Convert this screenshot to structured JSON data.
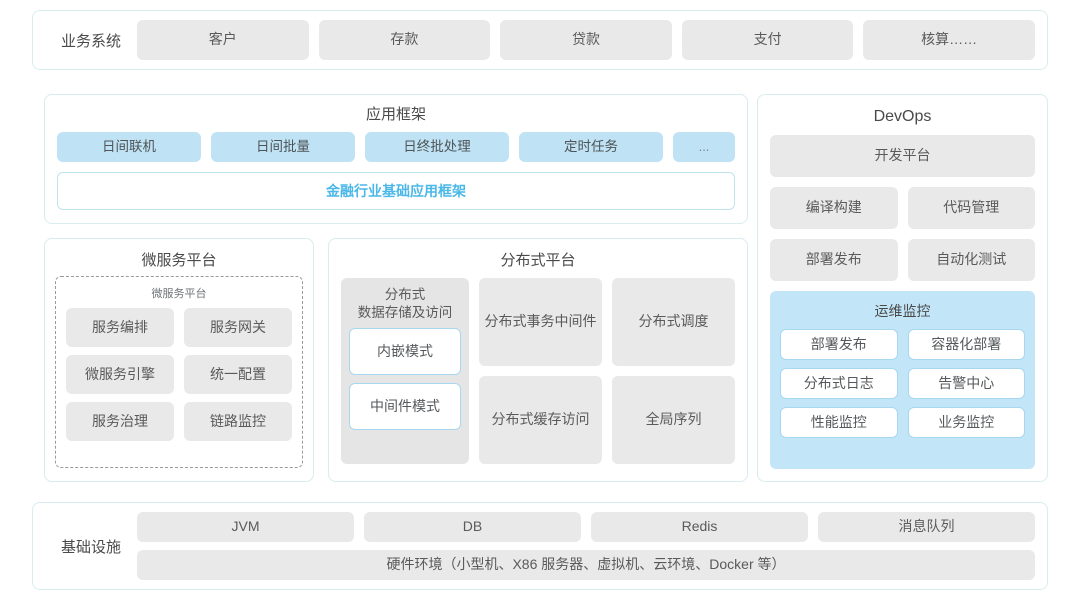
{
  "business": {
    "label": "业务系统",
    "items": [
      "客户",
      "存款",
      "贷款",
      "支付",
      "核算……"
    ]
  },
  "app_framework": {
    "title": "应用框架",
    "chips": [
      "日间联机",
      "日间批量",
      "日终批处理",
      "定时任务",
      "..."
    ],
    "banner": "金融行业基础应用框架",
    "banner_color": "#4bb8e8"
  },
  "microservice": {
    "title": "微服务平台",
    "inner_title": "微服务平台",
    "items": [
      "服务编排",
      "服务网关",
      "微服务引擎",
      "统一配置",
      "服务治理",
      "链路监控"
    ]
  },
  "distributed": {
    "title": "分布式平台",
    "storage": {
      "head": "分布式\n数据存储及访问",
      "head_line1": "分布式",
      "head_line2": "数据存储及访问",
      "modes": [
        "内嵌模式",
        "中间件模式"
      ]
    },
    "col_b": [
      {
        "line1": "分布式",
        "line2": "事务中间件"
      },
      {
        "line1": "分布式",
        "line2": "缓存访问"
      }
    ],
    "col_c": [
      {
        "line1": "分布式调度",
        "line2": ""
      },
      {
        "line1": "全局序列",
        "line2": ""
      }
    ]
  },
  "devops": {
    "title": "DevOps",
    "platform": "开发平台",
    "pairs": [
      "编译构建",
      "代码管理",
      "部署发布",
      "自动化测试"
    ],
    "ops": {
      "title": "运维监控",
      "items": [
        "部署发布",
        "容器化部署",
        "分布式日志",
        "告警中心",
        "性能监控",
        "业务监控"
      ]
    }
  },
  "infrastructure": {
    "label": "基础设施",
    "items": [
      "JVM",
      "DB",
      "Redis",
      "消息队列"
    ],
    "hardware": "硬件环境（小型机、X86 服务器、虚拟机、云环境、Docker 等）"
  },
  "theme": {
    "panel_border": "#d9ecef",
    "chip_gray": "#e9e9e9",
    "chip_blue": "#bfe3f5",
    "ops_blue": "#c3e5f8",
    "accent": "#4bb8e8"
  }
}
